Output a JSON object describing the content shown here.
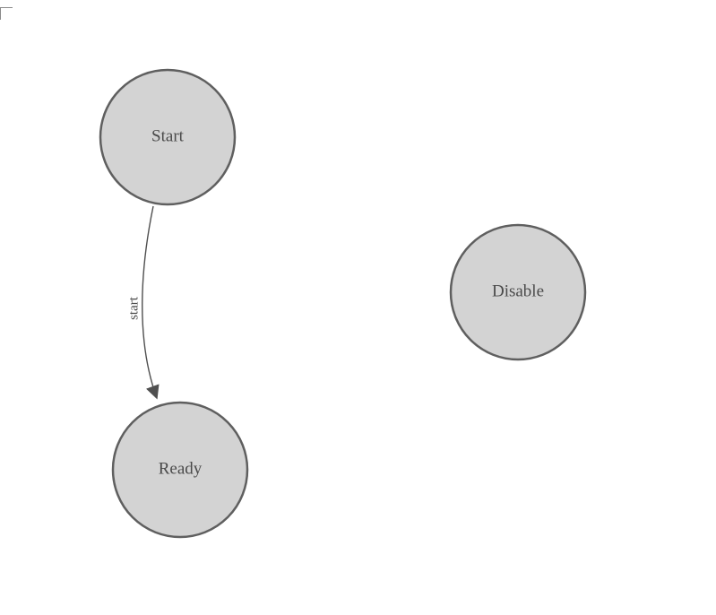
{
  "diagram": {
    "type": "state-graph",
    "style": {
      "background": "#ffffff",
      "node_fill": "#d3d3d3",
      "node_stroke": "#5f5f5f",
      "edge_stroke": "#4f4f4f",
      "arrow_fill": "#4f4f4f",
      "label_color": "#4a4a4a"
    },
    "nodes": [
      {
        "id": "start",
        "label": "Start"
      },
      {
        "id": "ready",
        "label": "Ready"
      },
      {
        "id": "disable",
        "label": "Disable"
      }
    ],
    "edges": [
      {
        "from": "start",
        "to": "ready",
        "label": "start"
      }
    ]
  }
}
